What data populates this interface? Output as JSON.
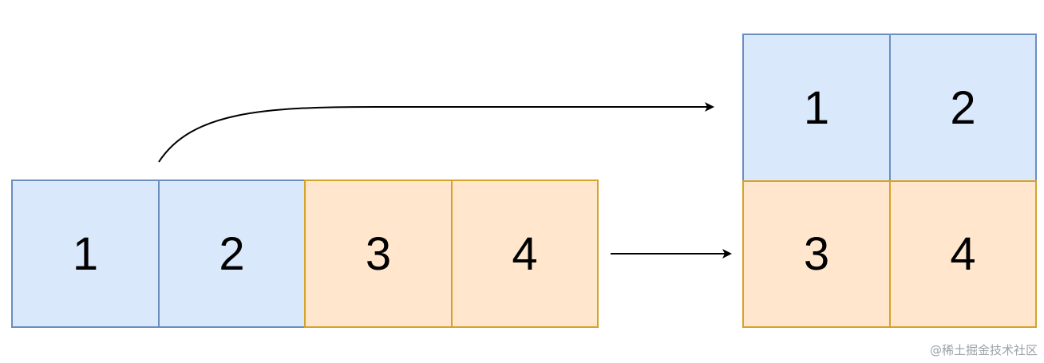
{
  "source_row": {
    "cells": [
      {
        "label": "1",
        "color_group": "blue"
      },
      {
        "label": "2",
        "color_group": "blue"
      },
      {
        "label": "3",
        "color_group": "orange"
      },
      {
        "label": "4",
        "color_group": "orange"
      }
    ]
  },
  "target_grid": {
    "cells": [
      {
        "label": "1",
        "color_group": "blue"
      },
      {
        "label": "2",
        "color_group": "blue"
      },
      {
        "label": "3",
        "color_group": "orange"
      },
      {
        "label": "4",
        "color_group": "orange"
      }
    ]
  },
  "colors": {
    "blue_fill": "#dae8fc",
    "blue_stroke": "#6c8ebf",
    "orange_fill": "#ffe6cc",
    "orange_stroke": "#d6a32a",
    "arrow": "#000000"
  },
  "watermark": "@稀土掘金技术社区"
}
